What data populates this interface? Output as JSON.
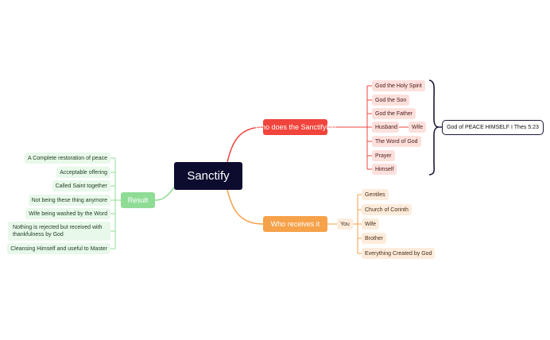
{
  "root": {
    "label": "Sanctify"
  },
  "branches": {
    "sanctifying": {
      "label": "Who does the Sanctifying",
      "items": [
        "God the Holy Spirit",
        "God the Son",
        "God the Father",
        "Husband",
        "The Word of God",
        "Prayer",
        "Himself"
      ],
      "husband_child": "Wife",
      "summary": "God of PEACE HIMSELF I Thes 5:23"
    },
    "receives": {
      "label": "Who receives it",
      "connector": "You",
      "items": [
        "Gentiles",
        "Church of Corinth",
        "Wife",
        "Brother",
        "Everything Created by God"
      ]
    },
    "result": {
      "label": "Result",
      "items": [
        "A Complete restoration of peace",
        "Acceptable offering",
        "Called Saint together",
        "Not being these thing anymore",
        "Wife being washed by the Word",
        "Nothing is rejected but received with thankfulness by God",
        "Cleansing Himself and useful to Master"
      ]
    }
  },
  "colors": {
    "root": "#0d0b2e",
    "red": "#f0443c",
    "orange": "#f6a24a",
    "green": "#8fdc97",
    "bracket": "#1a1836"
  }
}
